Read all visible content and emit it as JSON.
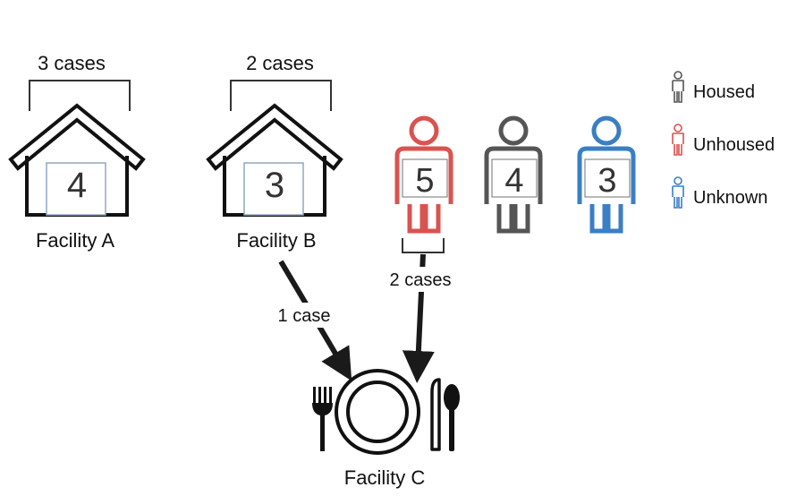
{
  "facilities": {
    "a": {
      "name": "Facility A",
      "count": "4",
      "cases": "3 cases"
    },
    "b": {
      "name": "Facility B",
      "count": "3",
      "cases": "2 cases"
    },
    "c": {
      "name": "Facility C"
    }
  },
  "people": {
    "unhoused": {
      "count": "5",
      "color": "#d9534f"
    },
    "housed": {
      "count": "4",
      "color": "#555555"
    },
    "unknown": {
      "count": "3",
      "color": "#3a7fc4"
    }
  },
  "arrows": {
    "b_to_c": "1 case",
    "unhoused_to_c": "2 cases"
  },
  "legend": [
    {
      "label": "Housed",
      "color": "#555555",
      "icon": "person-icon"
    },
    {
      "label": "Unhoused",
      "color": "#d9534f",
      "icon": "person-icon"
    },
    {
      "label": "Unknown",
      "color": "#3a7fc4",
      "icon": "person-icon"
    }
  ]
}
